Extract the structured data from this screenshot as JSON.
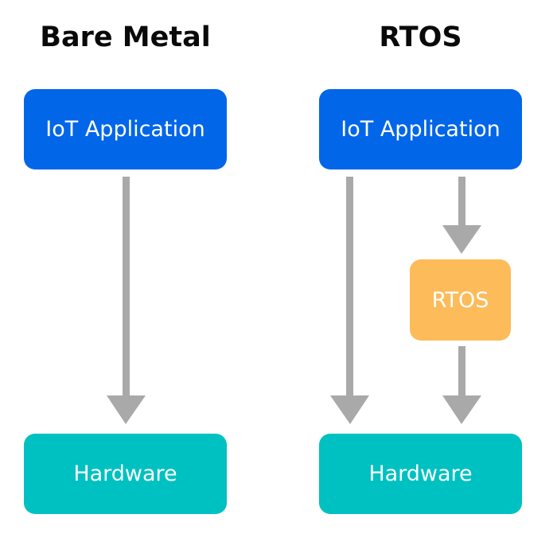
{
  "titles": {
    "left": "Bare Metal",
    "right": "RTOS"
  },
  "left_stack": {
    "application_label": "IoT Application",
    "hardware_label": "Hardware"
  },
  "right_stack": {
    "application_label": "IoT Application",
    "rtos_label": "RTOS",
    "hardware_label": "Hardware"
  },
  "colors": {
    "application": "#0166e8",
    "hardware": "#00c1c1",
    "rtos": "#fdbb5a",
    "arrow": "#a9a9a9",
    "title_text": "#0a0a0a",
    "box_text": "#ffffff"
  }
}
